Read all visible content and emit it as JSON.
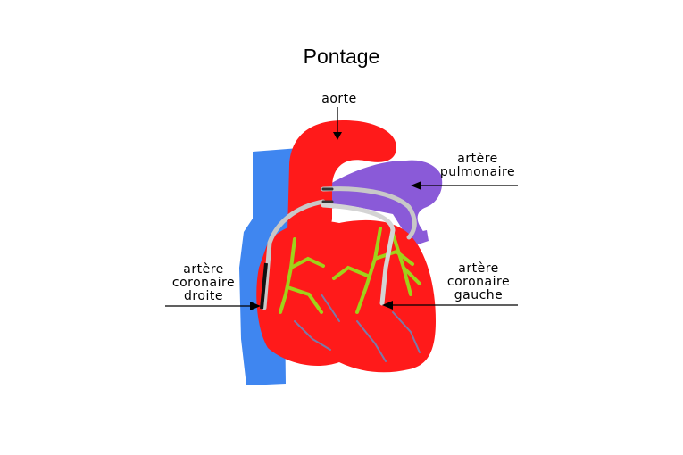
{
  "title": "Pontage",
  "labels": {
    "aorte": "aorte",
    "pulmonaire": [
      "artère",
      "pulmonaire"
    ],
    "coronaire_droite": [
      "artère",
      "coronaire",
      "droite"
    ],
    "coronaire_gauche": [
      "artère",
      "coronaire",
      "gauche"
    ]
  },
  "colors": {
    "heart": "#ff1a1a",
    "vein": "#3f86f0",
    "pulmonary": "#8a5ad8",
    "vessels": "#9fd21a",
    "graft": "#c8c8c8"
  }
}
